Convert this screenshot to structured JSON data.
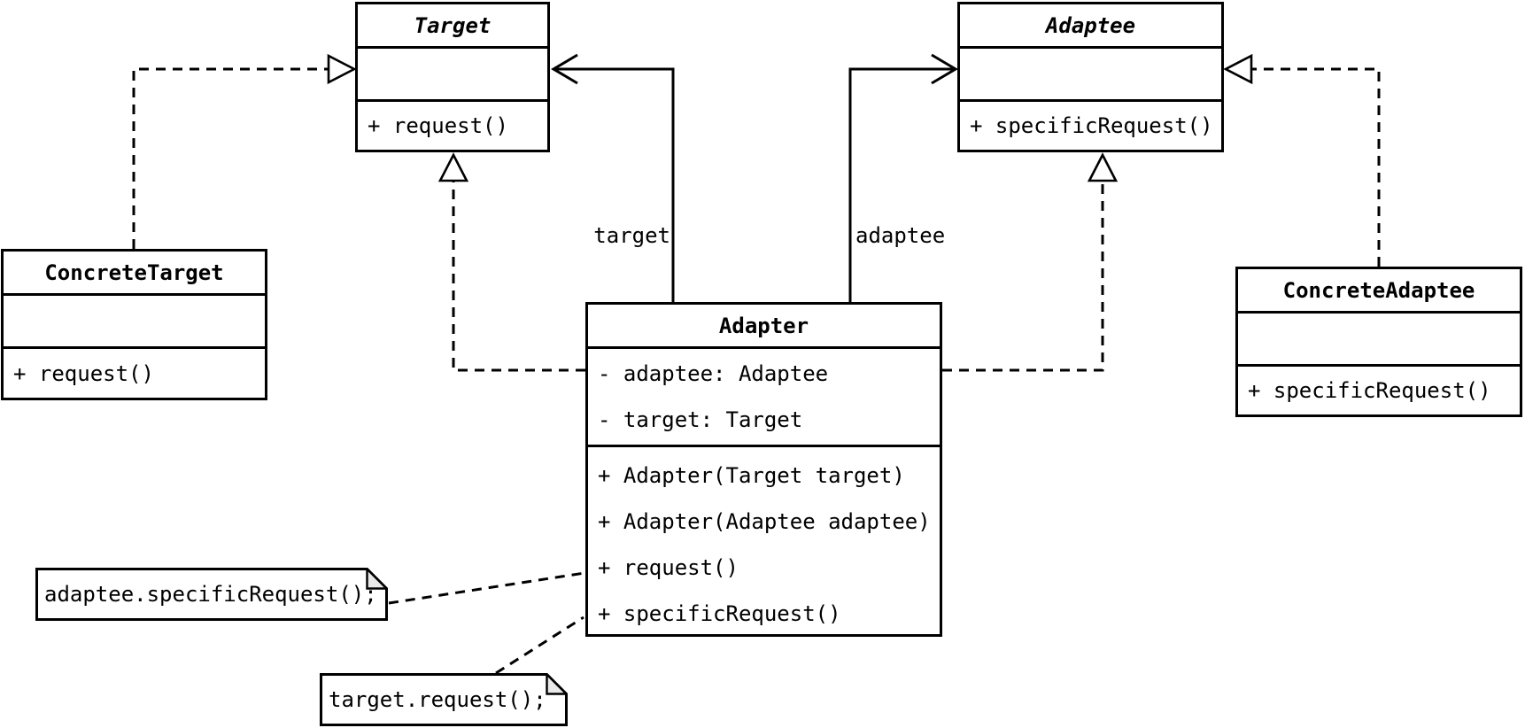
{
  "classes": {
    "target": {
      "name": "Target",
      "methods": [
        "+ request()"
      ]
    },
    "adaptee": {
      "name": "Adaptee",
      "methods": [
        "+ specificRequest()"
      ]
    },
    "concrete_target": {
      "name": "ConcreteTarget",
      "methods": [
        "+ request()"
      ]
    },
    "concrete_adaptee": {
      "name": "ConcreteAdaptee",
      "methods": [
        "+ specificRequest()"
      ]
    },
    "adapter": {
      "name": "Adapter",
      "attributes": [
        "- adaptee: Adaptee",
        "- target: Target"
      ],
      "methods": [
        "+ Adapter(Target target)",
        "+ Adapter(Adaptee adaptee)",
        "+ request()",
        "+ specificRequest()"
      ]
    }
  },
  "association_labels": {
    "target": "target",
    "adaptee": "adaptee"
  },
  "notes": [
    {
      "text": "adaptee.specificRequest();"
    },
    {
      "text": "target.request();"
    }
  ],
  "colors": {
    "stroke": "#000000",
    "background": "#ffffff",
    "note_fold": "#e9e9e9"
  }
}
